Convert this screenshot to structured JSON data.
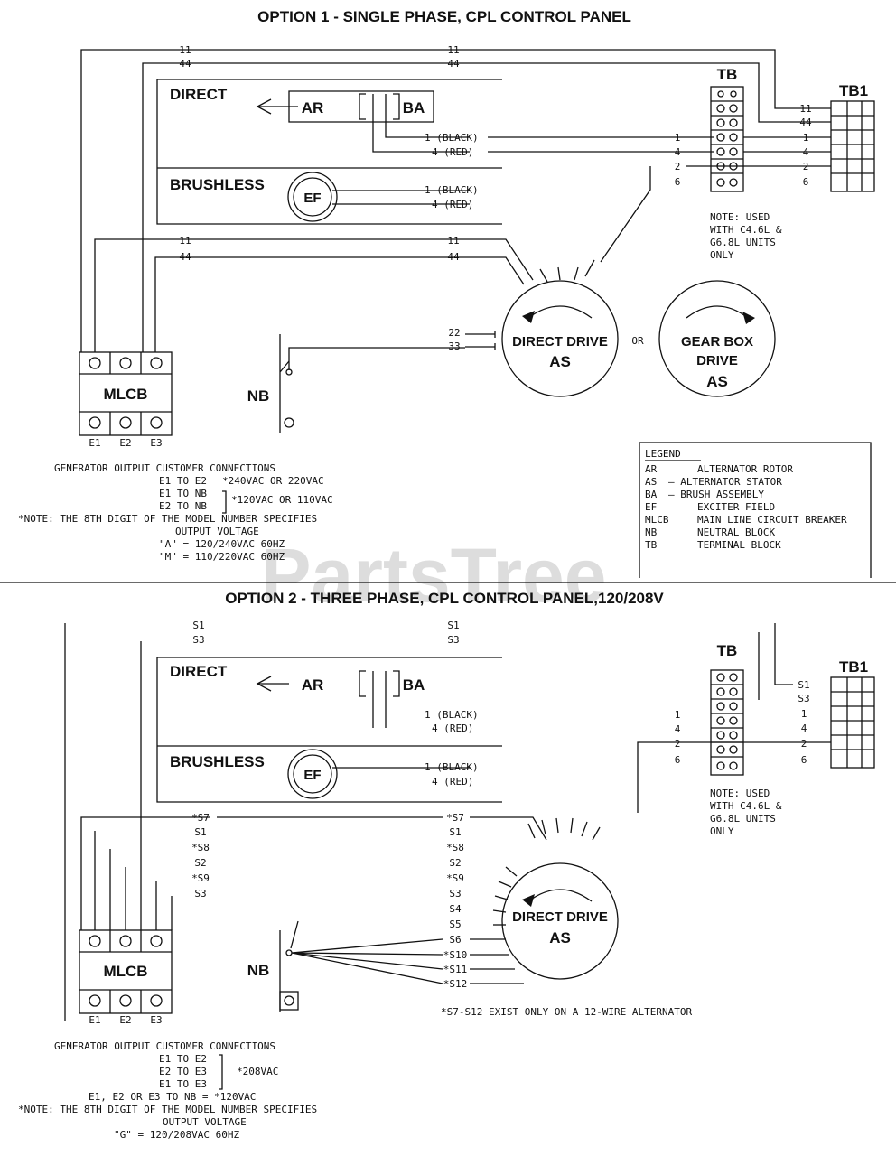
{
  "option1": {
    "title": "OPTION 1 - SINGLE PHASE, CPL CONTROL PANEL",
    "wire_11": "11",
    "wire_44": "44",
    "wire_22": "22",
    "wire_33": "33",
    "direct_label": "DIRECT",
    "brushless_label": "BRUSHLESS",
    "ar": "AR",
    "ba": "BA",
    "ef": "EF",
    "black_1": "1 (BLACK)",
    "red_4": "4 (RED)",
    "tb": "TB",
    "tb1": "TB1",
    "terminal_nums": [
      "1",
      "4",
      "2",
      "6"
    ],
    "tb1_nums": [
      "11",
      "44",
      "1",
      "4",
      "2",
      "6"
    ],
    "note": [
      "NOTE: USED",
      "WITH C4.6L &",
      "G6.8L UNITS",
      "ONLY"
    ],
    "stator_direct": [
      "DIRECT DRIVE",
      "AS"
    ],
    "or_label": "OR",
    "stator_gear": [
      "GEAR BOX",
      "DRIVE",
      "AS"
    ],
    "nb": "NB",
    "mlcb": "MLCB",
    "e_labels": [
      "E1",
      "E2",
      "E3"
    ],
    "customer_header": "GENERATOR OUTPUT CUSTOMER CONNECTIONS",
    "conn_e1e2": "E1 TO E2",
    "conn_240": "*240VAC OR 220VAC",
    "conn_e1nb": "E1 TO NB",
    "conn_e2nb": "E2 TO NB",
    "conn_120": "*120VAC OR 110VAC",
    "note_star": "*NOTE: THE 8TH DIGIT OF THE MODEL NUMBER SPECIFIES",
    "output_voltage": "OUTPUT VOLTAGE",
    "code_a": "\"A\" = 120/240VAC 60HZ",
    "code_m": "\"M\" = 110/220VAC 60HZ"
  },
  "legend": {
    "title": "LEGEND",
    "rows": [
      {
        "code": "AR",
        "desc": "ALTERNATOR ROTOR"
      },
      {
        "code": "AS",
        "desc": "— ALTERNATOR STATOR"
      },
      {
        "code": "BA",
        "desc": "— BRUSH ASSEMBLY"
      },
      {
        "code": "EF",
        "desc": "EXCITER FIELD"
      },
      {
        "code": "MLCB",
        "desc": "MAIN LINE CIRCUIT BREAKER"
      },
      {
        "code": "NB",
        "desc": "NEUTRAL BLOCK"
      },
      {
        "code": "TB",
        "desc": "TERMINAL BLOCK"
      }
    ]
  },
  "watermark": "PartsTree",
  "option2": {
    "title": "OPTION 2 - THREE PHASE, CPL CONTROL PANEL,120/208V",
    "s1": "S1",
    "s3": "S3",
    "direct_label": "DIRECT",
    "brushless_label": "BRUSHLESS",
    "ar": "AR",
    "ba": "BA",
    "ef": "EF",
    "black_1": "1 (BLACK)",
    "red_4": "4 (RED)",
    "tb": "TB",
    "tb1": "TB1",
    "terminal_nums": [
      "1",
      "4",
      "2",
      "6"
    ],
    "tb1_nums": [
      "S1",
      "S3",
      "1",
      "4",
      "2",
      "6"
    ],
    "note": [
      "NOTE: USED",
      "WITH C4.6L &",
      "G6.8L UNITS",
      "ONLY"
    ],
    "left_wires": [
      "*S7",
      "S1",
      "*S8",
      "S2",
      "*S9",
      "S3"
    ],
    "mid_wires": [
      "*S7",
      "S1",
      "*S8",
      "S2",
      "*S9",
      "S3",
      "S4",
      "S5",
      "S6",
      "*S10",
      "*S11",
      "*S12"
    ],
    "stator": [
      "DIRECT DRIVE",
      "AS"
    ],
    "nb": "NB",
    "mlcb": "MLCB",
    "e_labels": [
      "E1",
      "E2",
      "E3"
    ],
    "footnote": "*S7-S12 EXIST ONLY ON A 12-WIRE ALTERNATOR",
    "customer_header": "GENERATOR OUTPUT CUSTOMER CONNECTIONS",
    "conn_e1e2": "E1 TO E2",
    "conn_e2e3": "E2 TO E3",
    "conn_e1e3": "E1 TO E3",
    "conn_208": "*208VAC",
    "conn_120": "E1, E2 OR E3 TO NB = *120VAC",
    "note_star": "*NOTE: THE 8TH DIGIT OF THE MODEL NUMBER SPECIFIES",
    "output_voltage": "OUTPUT VOLTAGE",
    "code_g": "\"G\" = 120/208VAC 60HZ"
  }
}
